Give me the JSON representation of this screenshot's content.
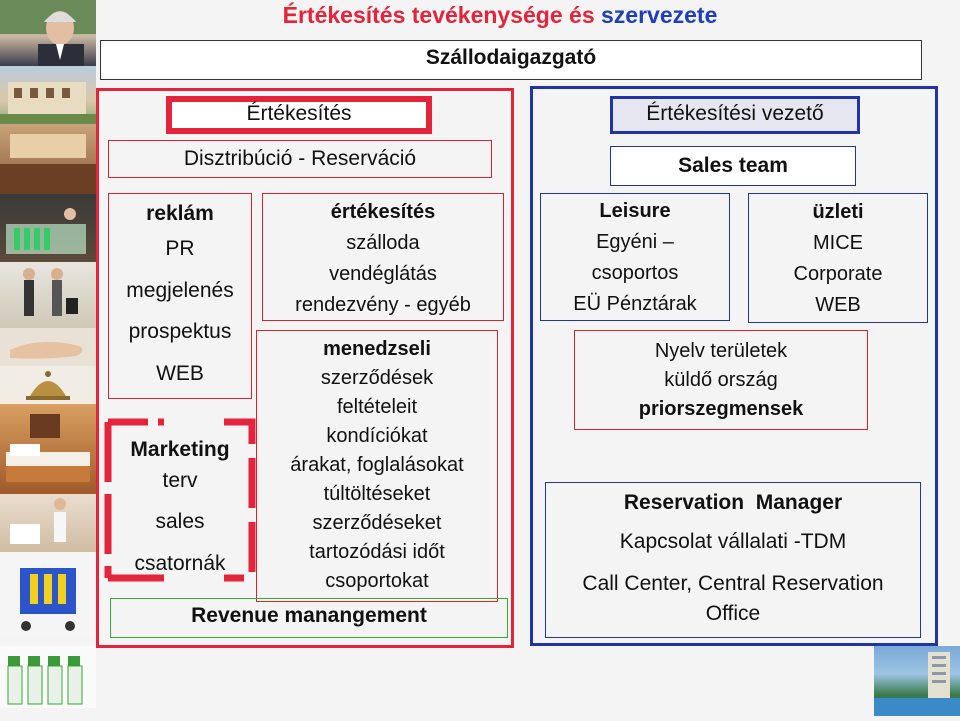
{
  "title": {
    "part1": "Értékesítés tevékenysége és ",
    "part2": "szervezete"
  },
  "director": "Szállodaigazgató",
  "left": {
    "header": "Értékesítés",
    "subheader": "Disztribúció - Reserváció",
    "col1": [
      "reklám",
      "PR",
      "megjelenés",
      "prospektus",
      "WEB"
    ],
    "marketing": [
      "Marketing",
      "terv",
      "sales",
      "csatornák"
    ],
    "box1": [
      "értékesítés",
      "szálloda",
      "vendéglátás",
      "rendezvény - egyéb"
    ],
    "box2": [
      "menedzseli",
      "szerződések",
      "feltételeit",
      "kondíciókat",
      "árakat, foglalásokat",
      "túltöltéseket",
      "szerződéseket",
      "tartozódási időt",
      "csoportokat"
    ],
    "revenue": "Revenue manangement"
  },
  "right": {
    "header": "Értékesítési vezető",
    "sales_team": "Sales team",
    "leisure": [
      "Leisure",
      "Egyéni –",
      "csoportos",
      "EÜ Pénztárak"
    ],
    "business": [
      "üzleti",
      "MICE",
      "Corporate",
      "WEB"
    ],
    "language": [
      "Nyelv területek",
      "küldő ország",
      "priorszegmensek"
    ],
    "reservation": [
      "Reservation  Manager",
      "Kapcsolat vállalati  -TDM",
      "Call Center, Central Reservation",
      "Office"
    ]
  },
  "colors": {
    "title_red": "#e3243b",
    "title_blue": "#1e3fb8",
    "red": "#e3243b",
    "blue": "#2233a8",
    "green": "#2e9a2e"
  }
}
